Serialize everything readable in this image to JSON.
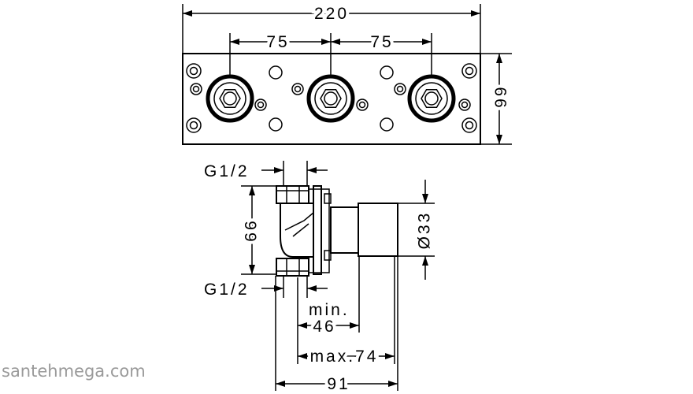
{
  "top_view": {
    "width_dim": "220",
    "spacing_left": "75",
    "spacing_right": "75",
    "height_dim": "66"
  },
  "side_view": {
    "thread_top": "G1/2",
    "thread_bottom": "G1/2",
    "height_dim": "66",
    "diameter_dim": "Ø33",
    "min_label": "min.",
    "min_value": "46",
    "max_label": "max.74",
    "overall_depth": "91"
  },
  "watermark": "santehmega.com"
}
